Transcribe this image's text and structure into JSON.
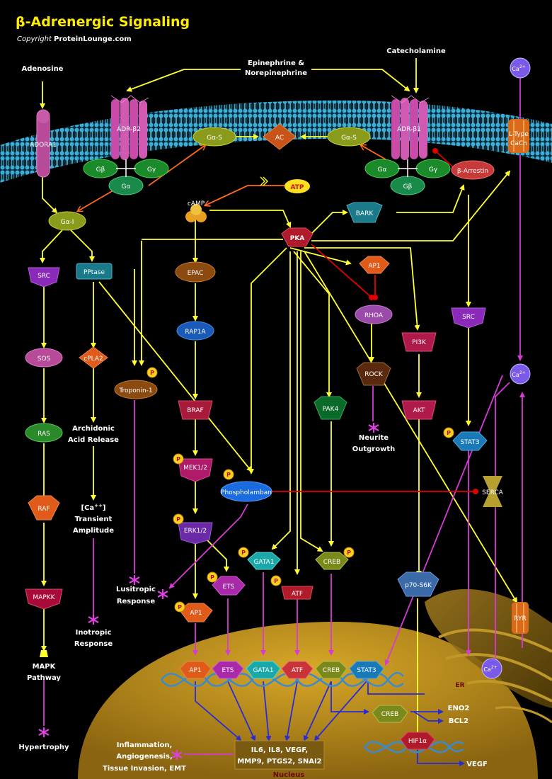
{
  "header": {
    "title": "β-Adrenergic Signaling",
    "copyright_prefix": "Copyright ",
    "copyright_brand": "ProteinLounge.com"
  },
  "labels": {
    "adenosine": "Adenosine",
    "epi1": "Epinephrine &",
    "epi2": "Norepinephrine",
    "catecholamine": "Catecholamine",
    "archidonic1": "Archidonic",
    "archidonic2": "Acid Release",
    "ca_transient1": "[Ca",
    "ca_transient_sup": "++",
    "ca_transient1b": "]",
    "transient2": "Transient",
    "transient3": "Amplitude",
    "inotropic1": "Inotropic",
    "inotropic2": "Response",
    "lusitropic1": "Lusitropic",
    "lusitropic2": "Response",
    "mapk1": "MAPK",
    "mapk2": "Pathway",
    "hypertrophy": "Hypertrophy",
    "neurite1": "Neurite",
    "neurite2": "Outgrowth",
    "inflam1": "Inflammation,",
    "inflam2": "Angiogenesis,",
    "inflam3": "Tissue Invasion, EMT",
    "eno2": "ENO2",
    "bcl2": "BCL2",
    "vegf_out": "VEGF",
    "targets1": "IL6, IL8, VEGF,",
    "targets2": "MMP9, PTGS2, SNAI2",
    "nucleus": "Nucleus",
    "er": "ER",
    "ltype1": "L-Type",
    "ltype2": "CaCn",
    "ca": "Ca",
    "ca_sup": "2+",
    "atp": "ATP",
    "p": "P"
  },
  "nodes": {
    "adora1": "ADORA1",
    "adrb2": "ADR-β2",
    "adrb1": "ADR-β1",
    "gas_left": "Gα-S",
    "gas_right": "Gα-S",
    "ac": "AC",
    "gb_left": "Gβ",
    "gg_left": "Gγ",
    "ga_left": "Gα",
    "ga_right": "Gα",
    "gg_right": "Gγ",
    "gb_right": "Gβ",
    "barrestin": "β-Arrestin",
    "gai": "Gα-I",
    "camp": "cAMP",
    "pka": "PKA",
    "bark": "BARK",
    "src_left": "SRC",
    "pptase": "PPtase",
    "epac": "EPAC",
    "ap1_top": "AP1",
    "rhoa": "RHOA",
    "src_right": "SRC",
    "sos": "SOS",
    "cpla2": "cPLA2",
    "rap1a": "RAP1A",
    "pi3k": "PI3K",
    "troponin": "Troponin-1",
    "rock": "ROCK",
    "ras": "RAS",
    "braf": "BRAF",
    "pak4": "PAK4",
    "akt": "AKT",
    "stat3_top": "STAT3",
    "mek12": "MEK1/2",
    "phospholamban": "Phospholamban",
    "serca": "SERCA",
    "raf": "RAF",
    "erk12": "ERK1/2",
    "gata1_mid": "GATA1",
    "creb_mid": "CREB",
    "ets_mid": "ETS",
    "atf_mid": "ATF",
    "p70s6k": "p70-S6K",
    "mapkk": "MAPKK",
    "ap1_mid": "AP1",
    "ryr": "RYR",
    "dna_ap1": "AP1",
    "dna_ets": "ETS",
    "dna_gata1": "GATA1",
    "dna_atf": "ATF",
    "dna_creb": "CREB",
    "dna_stat3": "STAT3",
    "creb_low": "CREB",
    "hif1a": "HIF1α"
  },
  "colors": {
    "arrow_yellow": "#ffff33",
    "arrow_magenta": "#d63bd6",
    "arrow_orange": "#ff6a1a",
    "arrow_blue": "#2a2ad8",
    "inhibit_red": "#e00000",
    "membrane": "#3fb6e0",
    "nucleus": "#c09018"
  }
}
